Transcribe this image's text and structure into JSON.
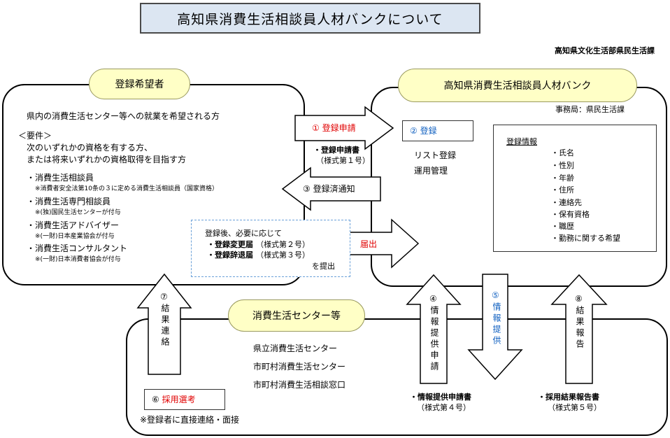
{
  "title": "高知県消費生活相談員人材バンクについて",
  "dept": "高知県文化生活部県民生活課",
  "applicant": {
    "label": "登録希望者",
    "target": "県内の消費生活センター等への就業を希望される方",
    "req_heading": "＜要件＞",
    "req_line1": "次のいずれかの資格を有する方、",
    "req_line2": "または将来いずれかの資格取得を目指す方",
    "quals": [
      {
        "name": "・消費生活相談員",
        "note": "※消費者安全法第10条の３に定める消費生活相談員（国家資格）"
      },
      {
        "name": "・消費生活専門相談員",
        "note": "※(独)国民生活センターが付与"
      },
      {
        "name": "・消費生活アドバイザー",
        "note": "※(一財)日本産業協会が付与"
      },
      {
        "name": "・消費生活コンサルタント",
        "note": "※(一財)日本消費者協会が付与"
      }
    ]
  },
  "bank": {
    "label": "高知県消費生活相談員人材バンク",
    "office": "事務局：県民生活課",
    "register_label": "② 登録",
    "ops1": "リスト登録",
    "ops2": "運用管理",
    "info_title": "登録情報",
    "info_items": [
      "・氏名",
      "・性別",
      "・年齢",
      "・住所",
      "・連絡先",
      "・保有資格",
      "・職歴",
      "・勤務に関する希望"
    ]
  },
  "flow": {
    "apply": "① 登録申請",
    "apply_form": "・登録申請書",
    "apply_form_no": "（様式第１号）",
    "notify": "③ 登録済通知",
    "after_line": "登録後、必要に応じて",
    "change_form": "・登録変更届",
    "change_no": "（様式第２号）",
    "withdraw_form": "・登録辞退届",
    "withdraw_no": "（様式第３号）",
    "submit": "を提出",
    "report": "届出",
    "info_request_num": "④",
    "info_request": "情報提供申請",
    "info_provide_num": "⑤",
    "info_provide": "情報提供",
    "result_report_num": "⑧",
    "result_report": "結果報告",
    "result_contact_num": "⑦",
    "result_contact": "結果連絡",
    "req_form": "・情報提供申請書",
    "req_form_no": "（様式第４号）",
    "hire_form": "・採用結果報告書",
    "hire_form_no": "（様式第５号）"
  },
  "center": {
    "label": "消費生活センター等",
    "items": [
      "県立消費生活センター",
      "市町村消費生活センター",
      "市町村消費生活相談窓口"
    ],
    "selection_num": "⑥",
    "selection": "採用選考",
    "selection_note": "※登録者に直接連絡・面接"
  }
}
